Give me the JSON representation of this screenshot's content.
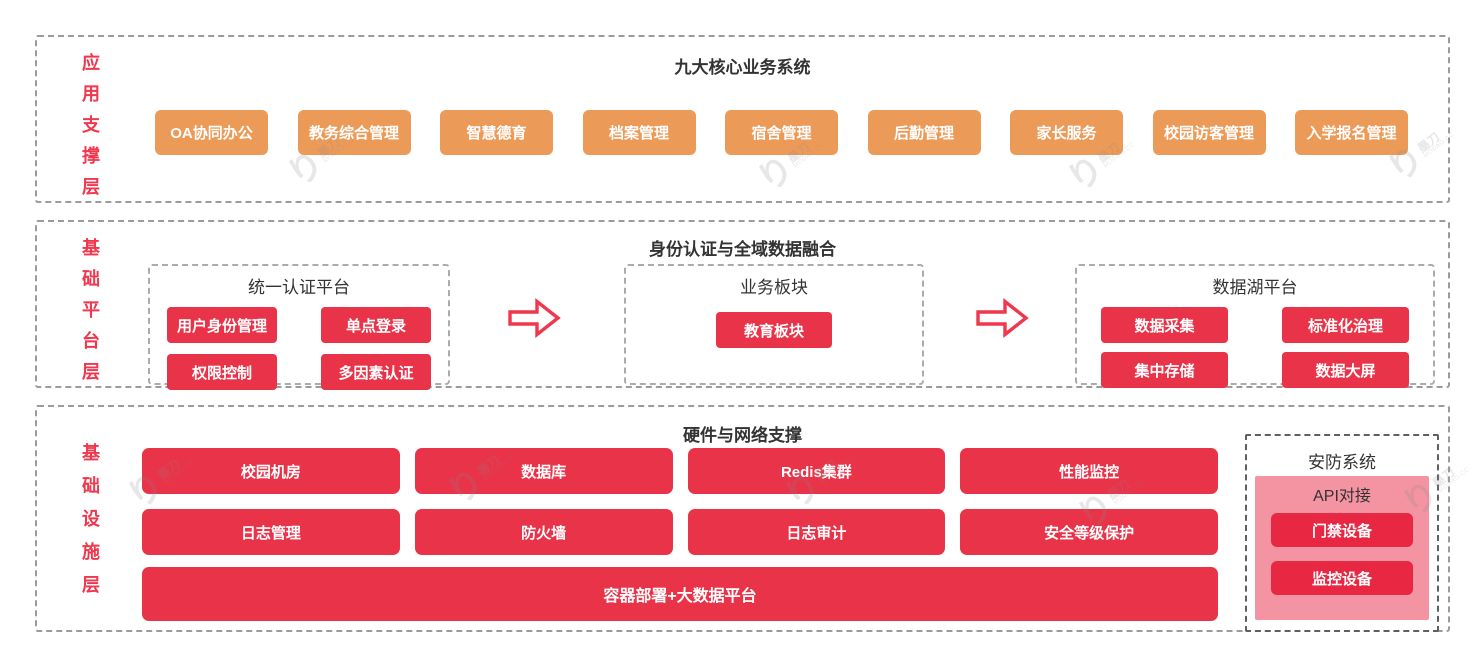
{
  "colors": {
    "accent_red": "#e93349",
    "deep_red": "#e82743",
    "accent_orange": "#ec9a57",
    "pink_panel": "#f494a2",
    "label_red": "#f0374d",
    "section_border_gray": "#9b9b9b",
    "subgroup_border_gray": "#ababab",
    "security_border_gray": "#5f5f5f",
    "title_dark": "#333333"
  },
  "watermark": {
    "logo": "り",
    "brand": "墨刀",
    "domain": "MODAO.CC"
  },
  "layers": {
    "app": {
      "label_chars": [
        "应",
        "用",
        "支",
        "撑",
        "层"
      ],
      "title": "九大核心业务系统",
      "systems": [
        "OA协同办公",
        "教务综合管理",
        "智慧德育",
        "档案管理",
        "宿舍管理",
        "后勤管理",
        "家长服务",
        "校园访客管理",
        "入学报名管理"
      ]
    },
    "platform": {
      "label_chars": [
        "基",
        "础",
        "平",
        "台",
        "层"
      ],
      "title": "身份认证与全域数据融合",
      "groups": [
        {
          "title": "统一认证平台",
          "items": [
            "用户身份管理",
            "单点登录",
            "权限控制",
            "多因素认证"
          ]
        },
        {
          "title": "业务板块",
          "items": [
            "教育板块"
          ]
        },
        {
          "title": "数据湖平台",
          "items": [
            "数据采集",
            "标准化治理",
            "集中存储",
            "数据大屏"
          ]
        }
      ]
    },
    "infra": {
      "label_chars": [
        "基",
        "础",
        "设",
        "施",
        "层"
      ],
      "title": "硬件与网络支撑",
      "boxes": [
        "校园机房",
        "数据库",
        "Redis集群",
        "性能监控",
        "日志管理",
        "防火墙",
        "日志审计",
        "安全等级保护"
      ],
      "box_wide": "容器部署+大数据平台",
      "security": {
        "title": "安防系统",
        "subtitle": "API对接",
        "items": [
          "门禁设备",
          "监控设备"
        ]
      }
    }
  }
}
